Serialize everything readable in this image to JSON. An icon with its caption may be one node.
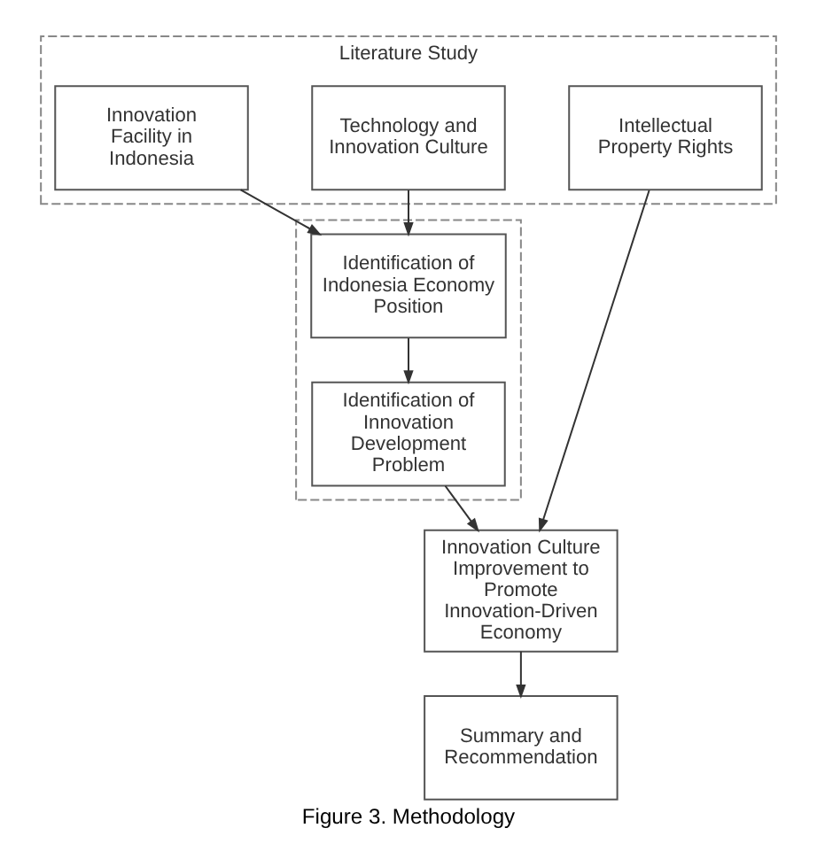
{
  "diagram": {
    "caption": "Figure 3. Methodology",
    "nodes": [
      {
        "text": [
          "Literature Study"
        ]
      },
      {
        "text": [
          "Technology and Innovation Culture"
        ],
        "in": 0
      },
      {
        "text": [
          "Innovation Facility in Indonesia"
        ],
        "in": 0
      },
      {
        "text": [
          "Intellectual Property Rights"
        ],
        "in": 0
      },
      {
        "text": [],
        "shape": "box"
      },
      {
        "text": [
          "Identification of Indonesia Economy Position"
        ],
        "in": 4
      },
      {
        "text": [
          "Identification of Innovation Development Problem"
        ],
        "in": 4
      },
      {
        "text": [
          "Innovation Culture Improvement to Promote Innovation-Driven Economy"
        ]
      },
      {
        "text": [
          "Summary and Recommendation"
        ]
      }
    ],
    "edges": [
      {
        "from": 1,
        "to": 5,
        "arrow": "to"
      },
      {
        "from": 2,
        "to": 5,
        "arrow": "to"
      },
      {
        "from": 5,
        "to": 6,
        "arrow": "to"
      },
      {
        "from": 6,
        "to": 7,
        "arrow": "to"
      },
      {
        "from": 3,
        "to": 7,
        "arrow": "to"
      },
      {
        "from": 7,
        "to": 8,
        "arrow": "to"
      }
    ]
  }
}
